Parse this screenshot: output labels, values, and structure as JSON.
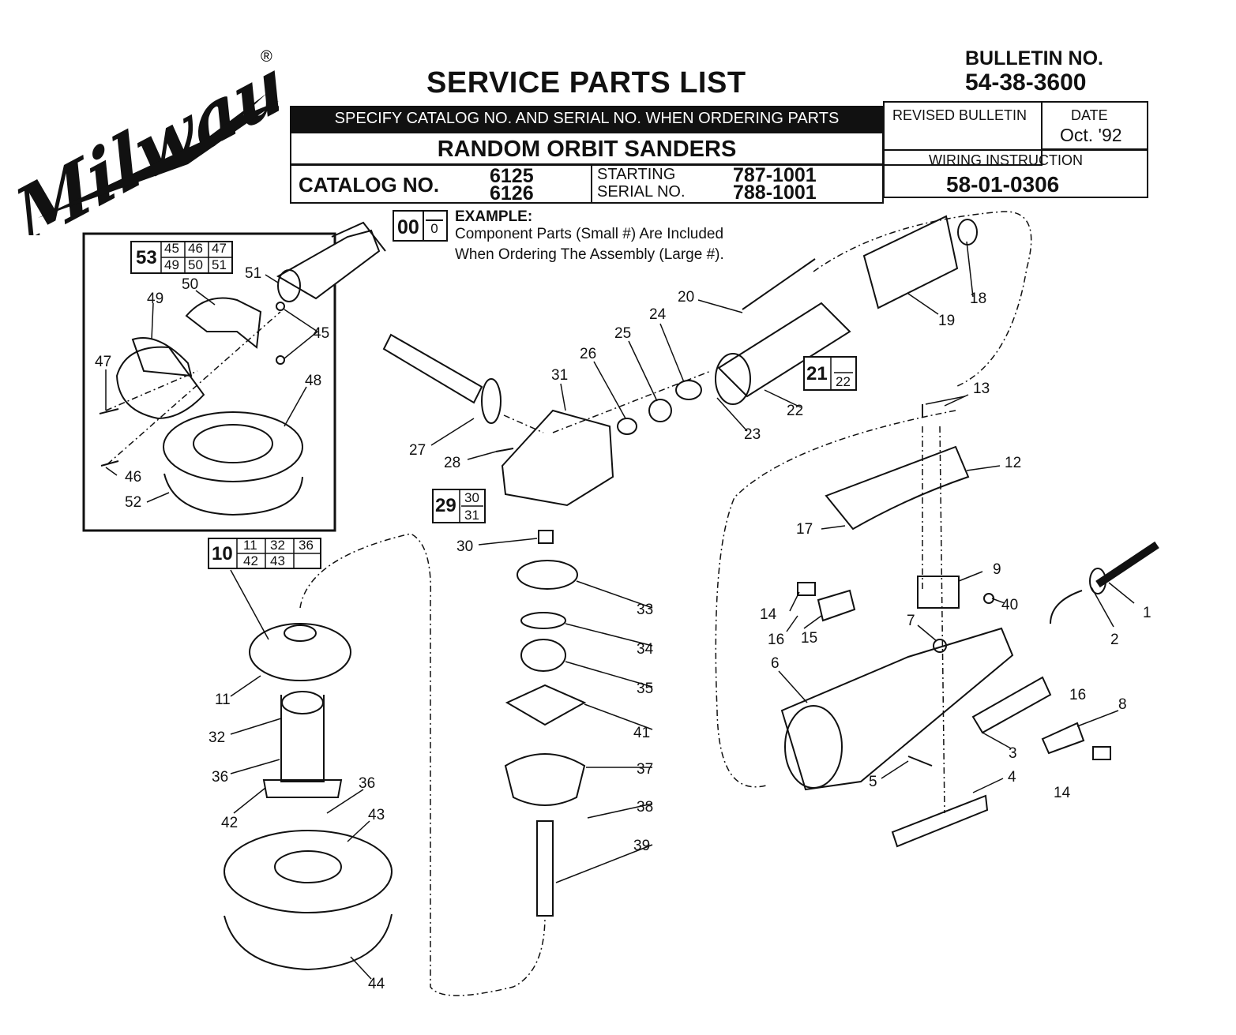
{
  "header": {
    "brand": "Milwaukee",
    "brand_mark": "®",
    "title": "SERVICE PARTS LIST",
    "bulletin_label": "BULLETIN NO.",
    "bulletin_no": "54-38-3600",
    "banner": "SPECIFY CATALOG NO. AND SERIAL NO. WHEN ORDERING PARTS",
    "product": "RANDOM ORBIT SANDERS",
    "catalog_label": "CATALOG NO.",
    "catalog_nos": [
      "6125",
      "6126"
    ],
    "starting_label": "STARTING",
    "serial_label": "SERIAL NO.",
    "serial_nos": [
      "787-1001",
      "788-1001"
    ],
    "revised_label": "REVISED BULLETIN",
    "date_label": "DATE",
    "date_value": "Oct. '92",
    "wiring_label": "WIRING INSTRUCTION",
    "wiring_value": "58-01-0306"
  },
  "example": {
    "big": "00",
    "small": "0",
    "heading": "EXAMPLE:",
    "line1": "Component Parts (Small #) Are Included",
    "line2": "When Ordering The Assembly (Large #)."
  },
  "assemblies": {
    "a53": {
      "big": "53",
      "small": [
        "45",
        "46",
        "47",
        "49",
        "50",
        "51"
      ]
    },
    "a10": {
      "big": "10",
      "small": [
        "11",
        "32",
        "36",
        "42",
        "43",
        ""
      ]
    },
    "a21": {
      "big": "21",
      "small": [
        "22"
      ]
    },
    "a29": {
      "big": "29",
      "small": [
        "30",
        "31"
      ]
    }
  },
  "part_labels": [
    "1",
    "2",
    "3",
    "4",
    "5",
    "6",
    "7",
    "8",
    "9",
    "11",
    "12",
    "13",
    "14",
    "15",
    "16",
    "17",
    "18",
    "19",
    "20",
    "22",
    "23",
    "24",
    "25",
    "26",
    "27",
    "28",
    "30",
    "31",
    "32",
    "33",
    "34",
    "35",
    "36",
    "37",
    "38",
    "39",
    "40",
    "41",
    "42",
    "43",
    "44",
    "45",
    "46",
    "47",
    "48",
    "49",
    "50",
    "51",
    "52"
  ]
}
